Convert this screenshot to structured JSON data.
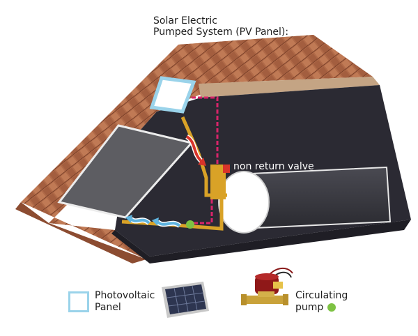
{
  "title_line1": "Solar Electric",
  "title_line2": "Pumped System (PV Panel):",
  "valve_label": "non return valve",
  "legend": {
    "pv_line1": "Photovoltaic",
    "pv_line2": "Panel",
    "pump_line1": "Circulating",
    "pump_line2": "pump"
  },
  "colors": {
    "roof": "#b06a48",
    "attic_interior": "#2b2a33",
    "collector": "#5d5d62",
    "pipe": "#d9a227",
    "pv_wire": "#d8246a",
    "pv_frame": "#9ad3ea",
    "pump_marker": "#7dc242",
    "flow_hot": "#d8342a",
    "flow_cold": "#5fb4e0"
  }
}
